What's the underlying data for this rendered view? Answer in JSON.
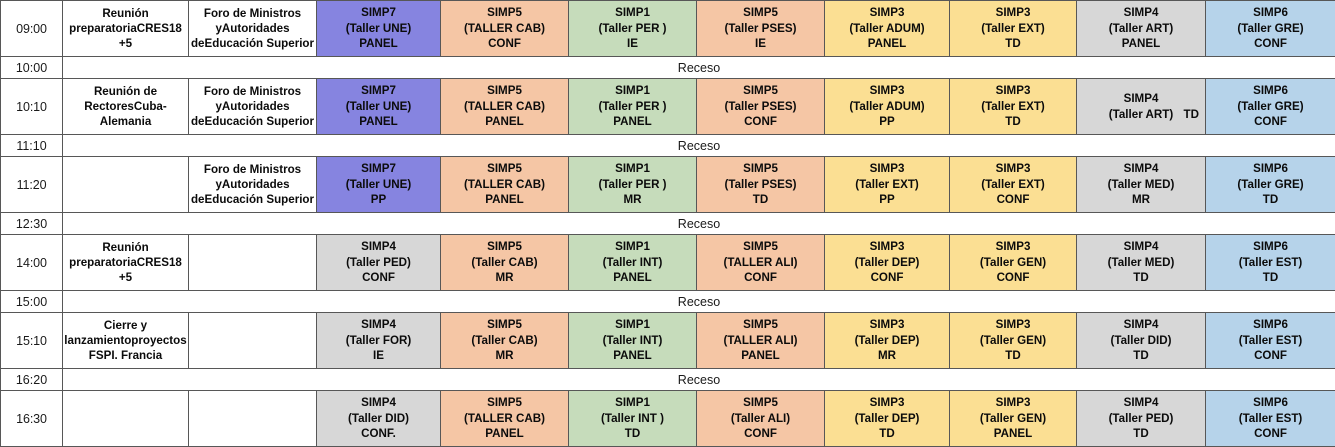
{
  "labels": {
    "receso": "Receso"
  },
  "colors": {
    "purple": "#8684e0",
    "peach": "#f5c6a5",
    "green": "#c6dcbb",
    "yellow": "#fbdf93",
    "gray": "#d7d7d7",
    "blue": "#b6d3ea",
    "white": "#ffffff",
    "border": "#575757"
  },
  "rows": [
    {
      "kind": "session",
      "time": "09:00",
      "act1": [
        "Reunión preparatoria",
        "CRES18 +5"
      ],
      "act2": [
        "Foro de Ministros y",
        "Autoridades de",
        "Educación Superior"
      ],
      "cells": [
        {
          "color": "purple",
          "l1": "SIMP7",
          "l2": "(Taller UNE)",
          "l3": "PANEL"
        },
        {
          "color": "peach",
          "l1": "SIMP5",
          "l2": "(TALLER CAB)",
          "l3": "CONF"
        },
        {
          "color": "green",
          "l1": "SIMP1",
          "l2": "(Taller PER )",
          "l3": "IE"
        },
        {
          "color": "peach",
          "l1": "SIMP5",
          "l2": "(Taller PSES)",
          "l3": "IE"
        },
        {
          "color": "yellow",
          "l1": "SIMP3",
          "l2": "(Taller ADUM)",
          "l3": "PANEL"
        },
        {
          "color": "yellow",
          "l1": "SIMP3",
          "l2": "(Taller EXT)",
          "l3": "TD"
        },
        {
          "color": "gray",
          "l1": "SIMP4",
          "l2": "(Taller ART)",
          "l3": "PANEL"
        },
        {
          "color": "blue",
          "l1": "SIMP6",
          "l2": "(Taller GRE)",
          "l3": "CONF"
        }
      ]
    },
    {
      "kind": "receso",
      "time": "10:00",
      "label": "Receso"
    },
    {
      "kind": "session",
      "time": "10:10",
      "act1": [
        "Reunión de Rectores",
        "Cuba-Alemania"
      ],
      "act2": [
        "Foro de Ministros y",
        "Autoridades de",
        "Educación Superior"
      ],
      "cells": [
        {
          "color": "purple",
          "l1": "SIMP7",
          "l2": "(Taller UNE)",
          "l3": "PANEL"
        },
        {
          "color": "peach",
          "l1": "SIMP5",
          "l2": "(TALLER CAB)",
          "l3": "PANEL"
        },
        {
          "color": "green",
          "l1": "SIMP1",
          "l2": "(Taller PER )",
          "l3": "PANEL"
        },
        {
          "color": "peach",
          "l1": "SIMP5",
          "l2": "(Taller PSES)",
          "l3": "CONF"
        },
        {
          "color": "yellow",
          "l1": "SIMP3",
          "l2": "(Taller ADUM)",
          "l3": "PP"
        },
        {
          "color": "yellow",
          "l1": "SIMP3",
          "l2": "(Taller EXT)",
          "l3": "TD"
        },
        {
          "color": "gray",
          "l1": "SIMP4",
          "l2": "(Taller ART)",
          "l3": "TD",
          "inline": true
        },
        {
          "color": "blue",
          "l1": "SIMP6",
          "l2": "(Taller GRE)",
          "l3": "CONF"
        }
      ]
    },
    {
      "kind": "receso",
      "time": "11:10",
      "label": "Receso"
    },
    {
      "kind": "session",
      "time": "11:20",
      "act1": [],
      "act2": [
        "Foro de Ministros y",
        "Autoridades de",
        "Educación Superior"
      ],
      "cells": [
        {
          "color": "purple",
          "l1": "SIMP7",
          "l2": "(Taller UNE)",
          "l3": "PP"
        },
        {
          "color": "peach",
          "l1": "SIMP5",
          "l2": "(TALLER CAB)",
          "l3": "PANEL"
        },
        {
          "color": "green",
          "l1": "SIMP1",
          "l2": "(Taller PER  )",
          "l3": "MR"
        },
        {
          "color": "peach",
          "l1": "SIMP5",
          "l2": "(Taller PSES)",
          "l3": "TD"
        },
        {
          "color": "yellow",
          "l1": "SIMP3",
          "l2": "(Taller EXT)",
          "l3": "PP"
        },
        {
          "color": "yellow",
          "l1": "SIMP3",
          "l2": "(Taller EXT)",
          "l3": "CONF"
        },
        {
          "color": "gray",
          "l1": "SIMP4",
          "l2": "(Taller MED)",
          "l3": "MR"
        },
        {
          "color": "blue",
          "l1": "SIMP6",
          "l2": "(Taller GRE)",
          "l3": "TD"
        }
      ]
    },
    {
      "kind": "receso",
      "time": "12:30",
      "label": "Receso"
    },
    {
      "kind": "session",
      "time": "14:00",
      "act1": [
        "Reunión preparatoria",
        "CRES18 +5"
      ],
      "act2": [],
      "cells": [
        {
          "color": "gray",
          "l1": "SIMP4",
          "l2": "(Taller PED)",
          "l3": "CONF"
        },
        {
          "color": "peach",
          "l1": "SIMP5",
          "l2": "(Taller CAB)",
          "l3": "MR"
        },
        {
          "color": "green",
          "l1": "SIMP1",
          "l2": "(Taller INT)",
          "l3": "PANEL"
        },
        {
          "color": "peach",
          "l1": "SIMP5",
          "l2": "(TALLER ALI)",
          "l3": "CONF"
        },
        {
          "color": "yellow",
          "l1": "SIMP3",
          "l2": "(Taller DEP)",
          "l3": "CONF"
        },
        {
          "color": "yellow",
          "l1": "SIMP3",
          "l2": "(Taller GEN)",
          "l3": "CONF"
        },
        {
          "color": "gray",
          "l1": "SIMP4",
          "l2": "(Taller MED)",
          "l3": "TD"
        },
        {
          "color": "blue",
          "l1": "SIMP6",
          "l2": "(Taller EST)",
          "l3": "TD"
        }
      ]
    },
    {
      "kind": "receso",
      "time": "15:00",
      "label": "Receso"
    },
    {
      "kind": "session",
      "time": "15:10",
      "act1": [
        "Cierre y lanzamiento",
        "proyectos FSPI. Francia"
      ],
      "act2": [],
      "cells": [
        {
          "color": "gray",
          "l1": "SIMP4",
          "l2": "(Taller FOR)",
          "l3": "IE"
        },
        {
          "color": "peach",
          "l1": "SIMP5",
          "l2": "(Taller CAB)",
          "l3": "MR"
        },
        {
          "color": "green",
          "l1": "SIMP1",
          "l2": "(Taller INT)",
          "l3": "PANEL"
        },
        {
          "color": "peach",
          "l1": "SIMP5",
          "l2": "(TALLER ALI)",
          "l3": "PANEL"
        },
        {
          "color": "yellow",
          "l1": "SIMP3",
          "l2": "(Taller DEP)",
          "l3": "MR"
        },
        {
          "color": "yellow",
          "l1": "SIMP3",
          "l2": "(Taller GEN)",
          "l3": "TD"
        },
        {
          "color": "gray",
          "l1": "SIMP4",
          "l2": "(Taller DID)",
          "l3": "TD"
        },
        {
          "color": "blue",
          "l1": "SIMP6",
          "l2": "(Taller EST)",
          "l3": "CONF"
        }
      ]
    },
    {
      "kind": "receso",
      "time": "16:20",
      "label": "Receso"
    },
    {
      "kind": "session",
      "time": "16:30",
      "act1": [],
      "act2": [],
      "cells": [
        {
          "color": "gray",
          "l1": "SIMP4",
          "l2": "(Taller DID)",
          "l3": "CONF."
        },
        {
          "color": "peach",
          "l1": "SIMP5",
          "l2": "(TALLER CAB)",
          "l3": "PANEL"
        },
        {
          "color": "green",
          "l1": "SIMP1",
          "l2": "(Taller INT  )",
          "l3": "TD"
        },
        {
          "color": "peach",
          "l1": "SIMP5",
          "l2": "(Taller ALI)",
          "l3": "CONF"
        },
        {
          "color": "yellow",
          "l1": "SIMP3",
          "l2": "(Taller DEP)",
          "l3": "TD"
        },
        {
          "color": "yellow",
          "l1": "SIMP3",
          "l2": "(Taller GEN)",
          "l3": "PANEL"
        },
        {
          "color": "gray",
          "l1": "SIMP4",
          "l2": "(Taller PED)",
          "l3": "TD"
        },
        {
          "color": "blue",
          "l1": "SIMP6",
          "l2": "(Taller EST)",
          "l3": "CONF"
        }
      ]
    }
  ]
}
